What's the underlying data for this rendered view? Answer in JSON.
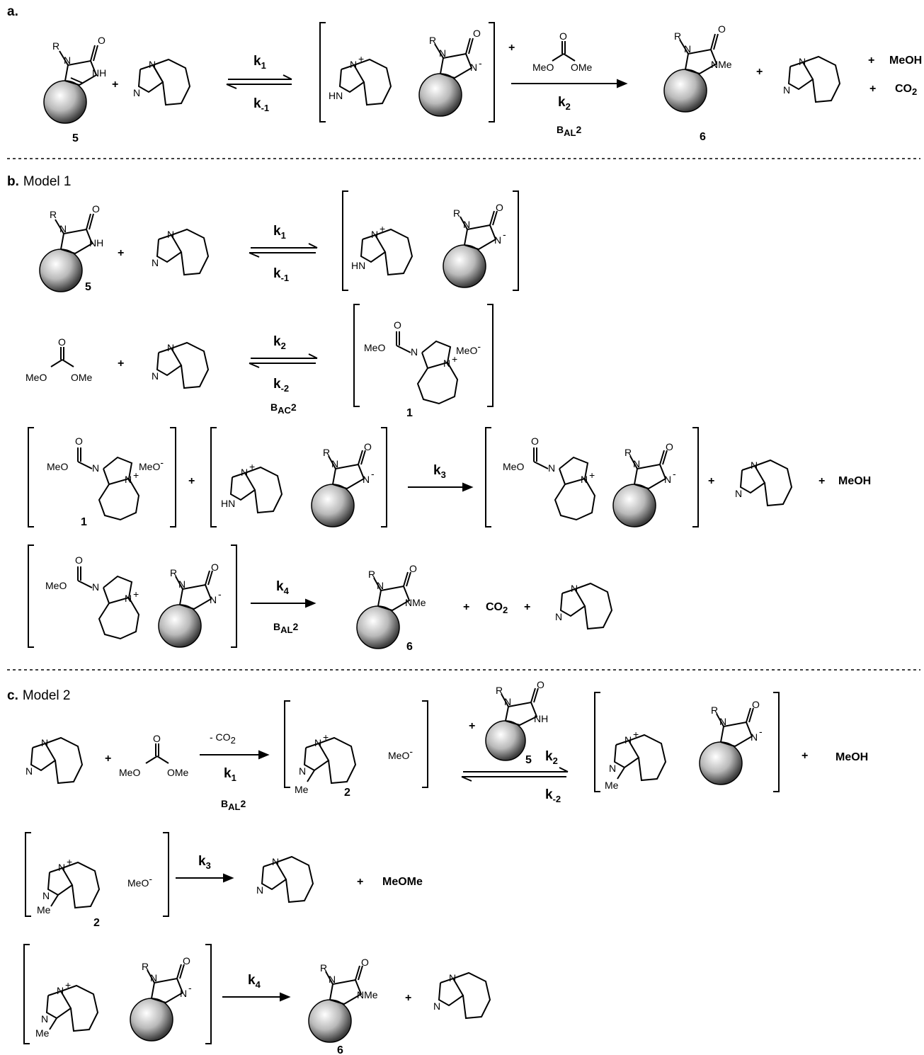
{
  "figure": {
    "section_a": {
      "heading": "a.",
      "k1": "k",
      "k1_sub": "1",
      "km1": "k",
      "km1_sub": "-1",
      "k2": "k",
      "k2_sub": "2",
      "bal": "B",
      "bal_sub": "AL",
      "bal_tail": "2",
      "plus": "+",
      "dmc_left": "MeO",
      "dmc_right": "OMe",
      "dmc_o": "O",
      "prod_meoh": "MeOH",
      "prod_co2": "CO",
      "prod_co2_sub": "2",
      "compound_5": "5",
      "compound_6": "6"
    },
    "section_b": {
      "heading": "b.",
      "heading_text": "Model 1",
      "k1": "k",
      "k1_sub": "1",
      "km1": "k",
      "km1_sub": "-1",
      "k2": "k",
      "k2_sub": "2",
      "km2": "k",
      "km2_sub": "-2",
      "bac": "B",
      "bac_sub": "AC",
      "bac_tail": "2",
      "k3": "k",
      "k3_sub": "3",
      "k4": "k",
      "k4_sub": "4",
      "bal": "B",
      "bal_sub": "AL",
      "bal_tail": "2",
      "meo_minus": "MeO",
      "meoh": "MeOH",
      "co2": "CO",
      "co2_sub": "2",
      "compound_1": "1",
      "compound_5": "5",
      "compound_6": "6"
    },
    "section_c": {
      "heading": "c.",
      "heading_text": "Model 2",
      "minus_co2": "-  CO",
      "minus_co2_sub": "2",
      "k1": "k",
      "k1_sub": "1",
      "bal": "B",
      "bal_sub": "AL",
      "bal_tail": "2",
      "k2": "k",
      "k2_sub": "2",
      "km2": "k",
      "km2_sub": "-2",
      "k3": "k",
      "k3_sub": "3",
      "k4": "k",
      "k4_sub": "4",
      "meo_minus": "MeO",
      "meoh": "MeOH",
      "meome": "MeOMe",
      "compound_2": "2",
      "compound_5": "5",
      "compound_6": "6"
    },
    "atoms": {
      "R": "R",
      "N": "N",
      "O": "O",
      "NH": "NH",
      "HN": "HN",
      "NMe": "NMe",
      "Me": "Me",
      "MeO": "MeO",
      "OMe": "OMe",
      "plus_sign": "+",
      "minus_sign": "-"
    }
  }
}
